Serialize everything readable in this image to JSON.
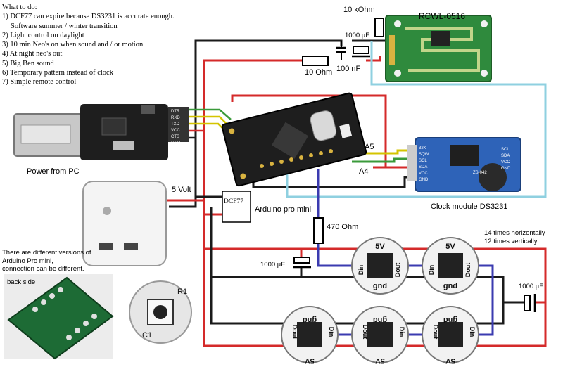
{
  "todo": {
    "title": "What to do:",
    "items": [
      "1) DCF77 can expire because DS3231 is accurate enough.",
      "Software summer / winter transition",
      "2) Light control on daylight",
      "3) 10 min Neo's on when sound and / or motion",
      "4) At night neo's out",
      "5) Big Ben sound",
      "6) Temporary pattern instead of clock",
      "7) Simple remote control"
    ]
  },
  "labels": {
    "r10k": "10 kOhm",
    "rcwl": "RCWL-0516",
    "cap1000_top": "1000 µF",
    "cap100n": "100 nF",
    "r10": "10 Ohm",
    "power_pc": "Power from PC",
    "a5": "A5",
    "a4": "A4",
    "five_volt": "5 Volt",
    "dcf77": "DCF77",
    "arduino": "Arduino pro mini",
    "clock": "Clock module DS3231",
    "r470": "470 Ohm",
    "cap_left": "1000 µF",
    "cap_right": "1000 µF",
    "times_h": "14 times horizontally",
    "times_v": "12 times vertically",
    "versions_note_1": "There are different versions of",
    "versions_note_2": "Arduino Pro mini,",
    "versions_note_3": "connection can be different.",
    "back_side": "back side"
  },
  "usb_pins": [
    "DTR",
    "RXD",
    "TXD",
    "VCC",
    "CTS",
    "GND"
  ],
  "rtc_pins": [
    "32K",
    "SQW",
    "SCL",
    "SDA",
    "VCC",
    "GND"
  ],
  "rtc_pins_right": [
    "SCL",
    "SDA",
    "VCC",
    "GND"
  ],
  "rtc_chip": "ZS-042",
  "led_top": [
    "5V",
    "Dout",
    "Din",
    "gnd"
  ],
  "led_bottom": [
    "gnd",
    "Din",
    "Dout",
    "5V"
  ],
  "led_closeup": [
    "R1",
    "C1"
  ],
  "colors": {
    "wire_red": "#d42a2a",
    "wire_black": "#1a1a1a",
    "wire_blue": "#3b3bb0",
    "wire_lightblue": "#8fd0e0",
    "wire_green": "#3a9a3a",
    "wire_yellow": "#d4c400",
    "pcb_green": "#2f8a3d",
    "rtc_blue": "#2e63b8",
    "arduino_black": "#1e1e1e"
  }
}
